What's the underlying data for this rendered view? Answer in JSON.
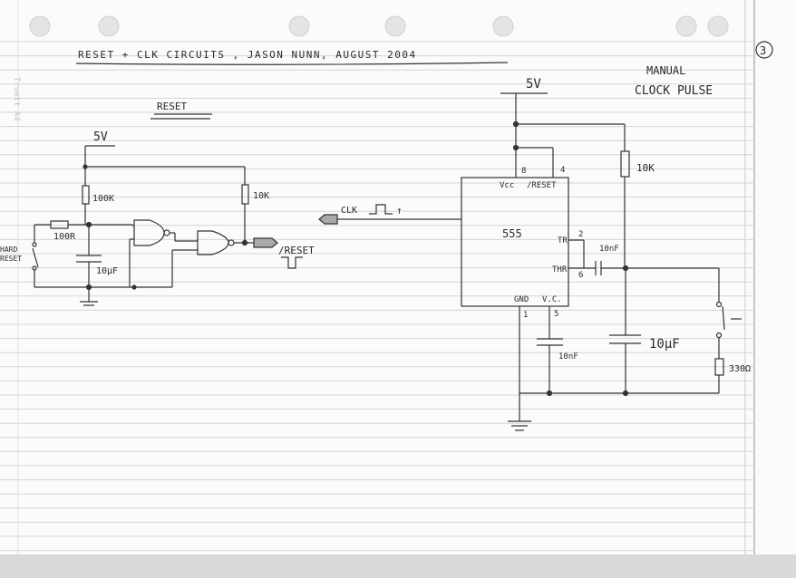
{
  "page": {
    "title": "RESET + CLK CIRCUITS , JASON NUNN, AUGUST 2004",
    "page_number": "3",
    "margin_note": "Truett A4"
  },
  "reset_circuit": {
    "heading": "RESET",
    "supply": "5V",
    "r_pullup": "100K",
    "r_series": "100R",
    "r_output": "10K",
    "capacitor": "10µF",
    "switch_label_1": "HARD",
    "switch_label_2": "RESET",
    "output_label": "/RESET"
  },
  "clock_circuit": {
    "heading_1": "MANUAL",
    "heading_2": "CLOCK PULSE",
    "supply": "5V",
    "ic_name": "555",
    "pin_vcc": "Vcc",
    "pin_reset": "/RESET",
    "pin_tr": "TR",
    "pin_thr": "THR",
    "pin_gnd": "GND",
    "pin_vc": "V.C.",
    "pin8": "8",
    "pin4": "4",
    "pin2": "2",
    "pin6": "6",
    "pin1": "1",
    "pin5": "5",
    "r_top": "10K",
    "c_coupling": "10nF",
    "c_vc": "10nF",
    "c_timing": "10µF",
    "r_switch": "330Ω",
    "clk_label": "CLK",
    "clk_arrow": "↑"
  }
}
